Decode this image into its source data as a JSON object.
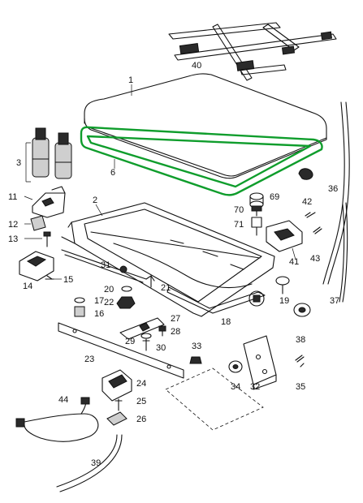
{
  "diagram": {
    "highlight_color": "#0f9d2c",
    "callouts": {
      "p1": "1",
      "p2": "2",
      "p3": "3",
      "p6": "6",
      "p11": "11",
      "p12": "12",
      "p13": "13",
      "p14": "14",
      "p15": "15",
      "p16": "16",
      "p17": "17",
      "p18": "18",
      "p19": "19",
      "p20": "20",
      "p21": "21",
      "p22": "22",
      "p23": "23",
      "p24": "24",
      "p25": "25",
      "p26": "26",
      "p27": "27",
      "p28": "28",
      "p29": "29",
      "p30": "30",
      "p31": "31",
      "p32": "32",
      "p33": "33",
      "p34": "34",
      "p35": "35",
      "p36": "36",
      "p37": "37",
      "p38": "38",
      "p39": "39",
      "p40": "40",
      "p41": "41",
      "p42": "42",
      "p43": "43",
      "p44": "44",
      "p69": "69",
      "p70": "70",
      "p71": "71"
    }
  }
}
